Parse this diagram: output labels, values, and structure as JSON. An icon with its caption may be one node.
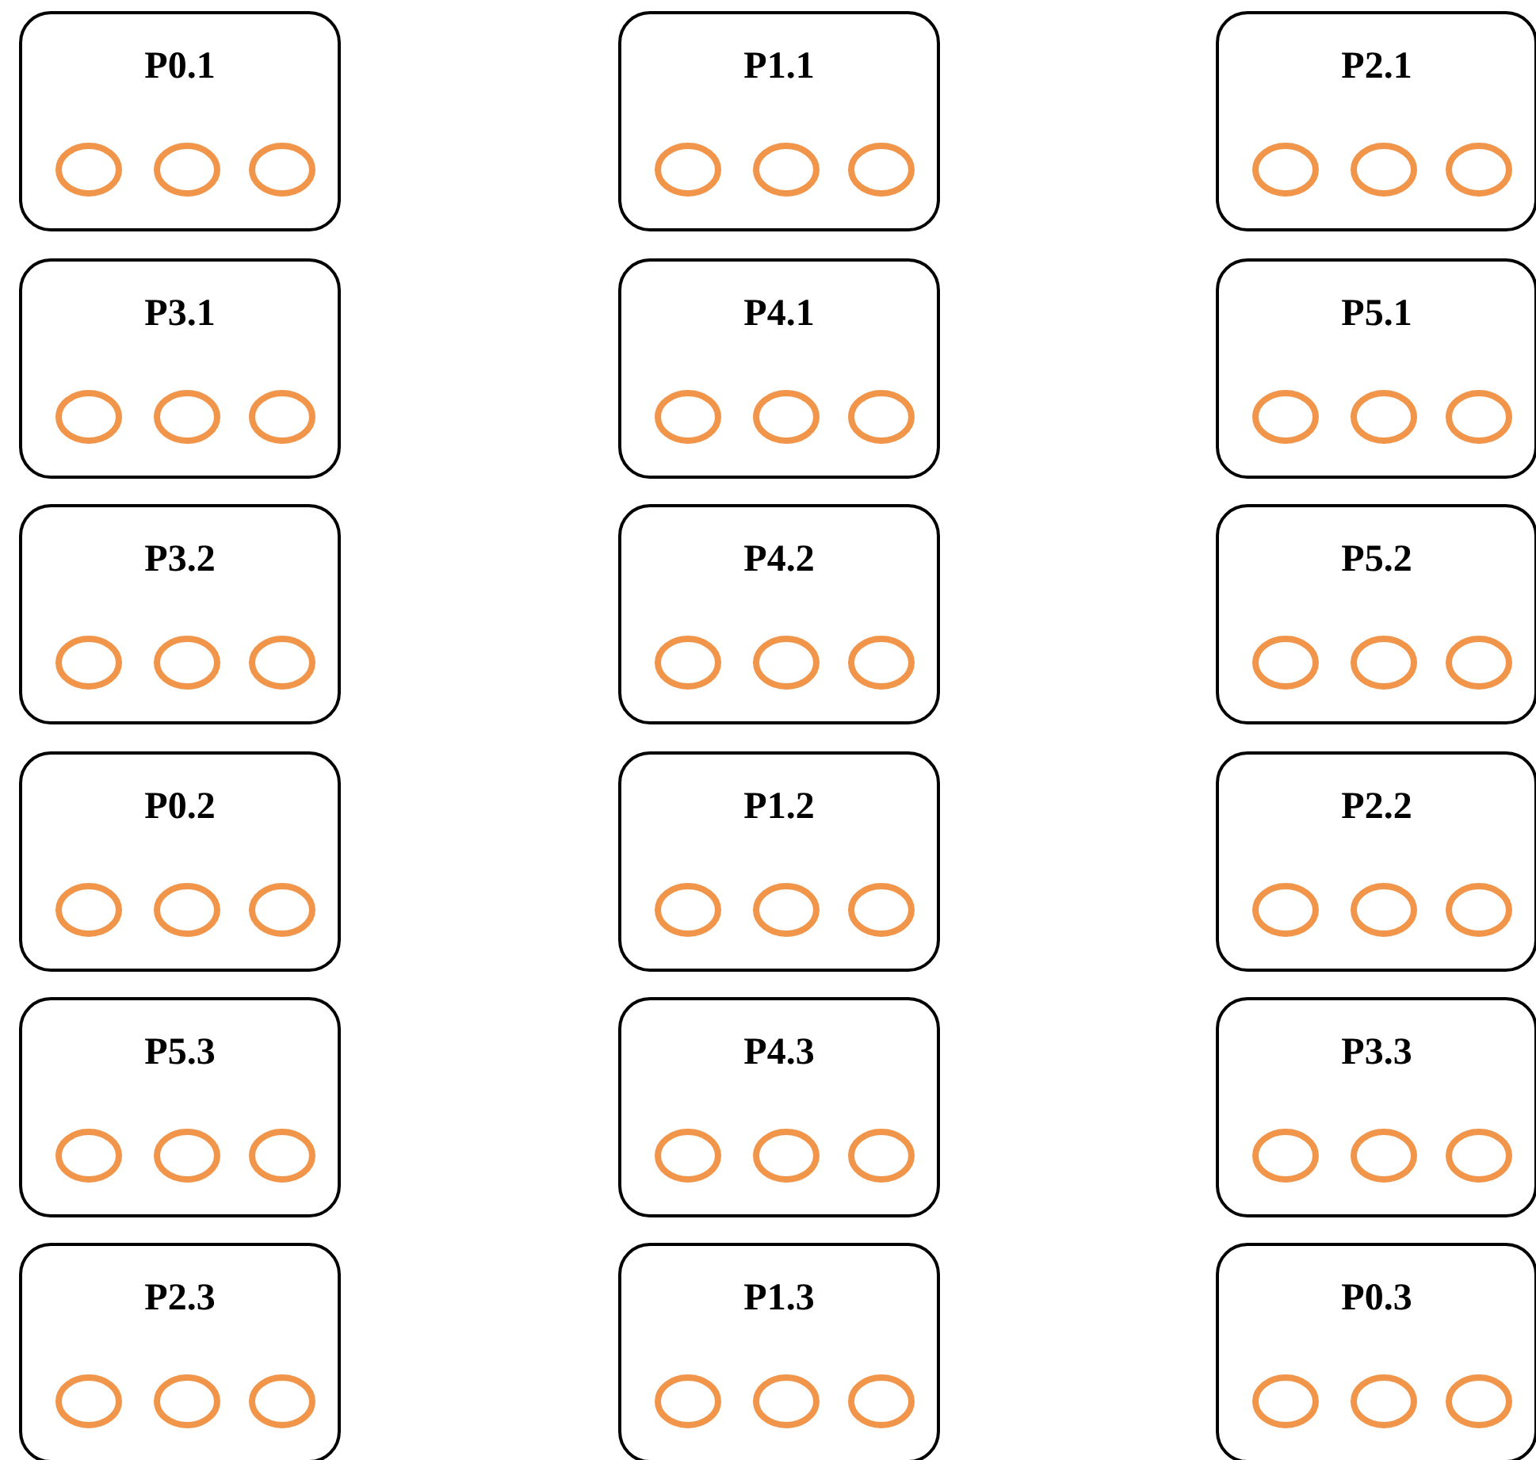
{
  "diagram": {
    "nodes": [
      {
        "text": [
          "P0.1"
        ]
      },
      {
        "text": [
          "P1.1"
        ]
      },
      {
        "text": [
          "P2.1"
        ]
      },
      {
        "text": [
          "P3.1"
        ]
      },
      {
        "text": [
          "P4.1"
        ]
      },
      {
        "text": [
          "P5.1"
        ]
      },
      {
        "text": [
          "P3.2"
        ]
      },
      {
        "text": [
          "P4.2"
        ]
      },
      {
        "text": [
          "P5.2"
        ]
      },
      {
        "text": [
          "P0.2"
        ]
      },
      {
        "text": [
          "P1.2"
        ]
      },
      {
        "text": [
          "P2.2"
        ]
      },
      {
        "text": [
          "P5.3"
        ]
      },
      {
        "text": [
          "P4.3"
        ]
      },
      {
        "text": [
          "P3.3"
        ]
      },
      {
        "text": [
          "P2.3"
        ]
      },
      {
        "text": [
          "P1.3"
        ]
      },
      {
        "text": [
          "P0.3"
        ]
      }
    ]
  }
}
